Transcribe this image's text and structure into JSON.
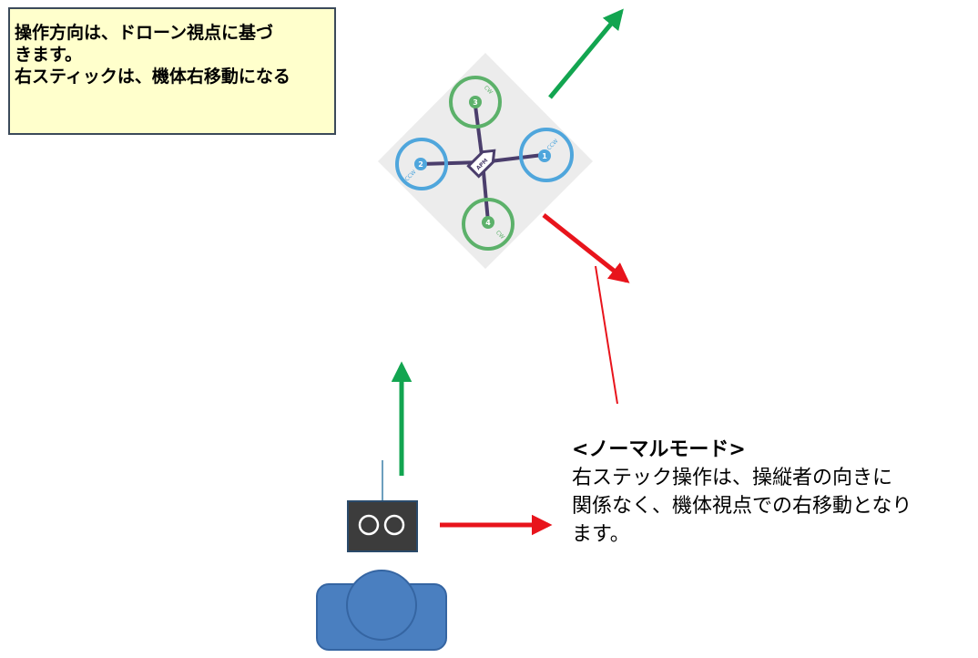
{
  "note": {
    "lines": [
      "操作方向は、ドローン視点に基づ",
      "きます。",
      "右スティックは、機体右移動になる"
    ]
  },
  "mode": {
    "title": "<ノーマルモード>",
    "body_lines": [
      "右ステック操作は、操縦者の向きに",
      "関係なく、機体視点での右移動となり",
      "ます。"
    ]
  },
  "drone": {
    "controller_label": "APM",
    "motors": [
      {
        "number": "3",
        "spin": "CW",
        "color": "#5cb16a"
      },
      {
        "number": "1",
        "spin": "CCW",
        "color": "#4fa6dc"
      },
      {
        "number": "4",
        "spin": "CW",
        "color": "#5cb16a"
      },
      {
        "number": "2",
        "spin": "CCW",
        "color": "#4fa6dc"
      }
    ]
  },
  "colors": {
    "forward_arrow": "#12a550",
    "right_arrow": "#e8141c",
    "controller_body": "#3c3c3c",
    "operator": "#4a7fc0"
  }
}
